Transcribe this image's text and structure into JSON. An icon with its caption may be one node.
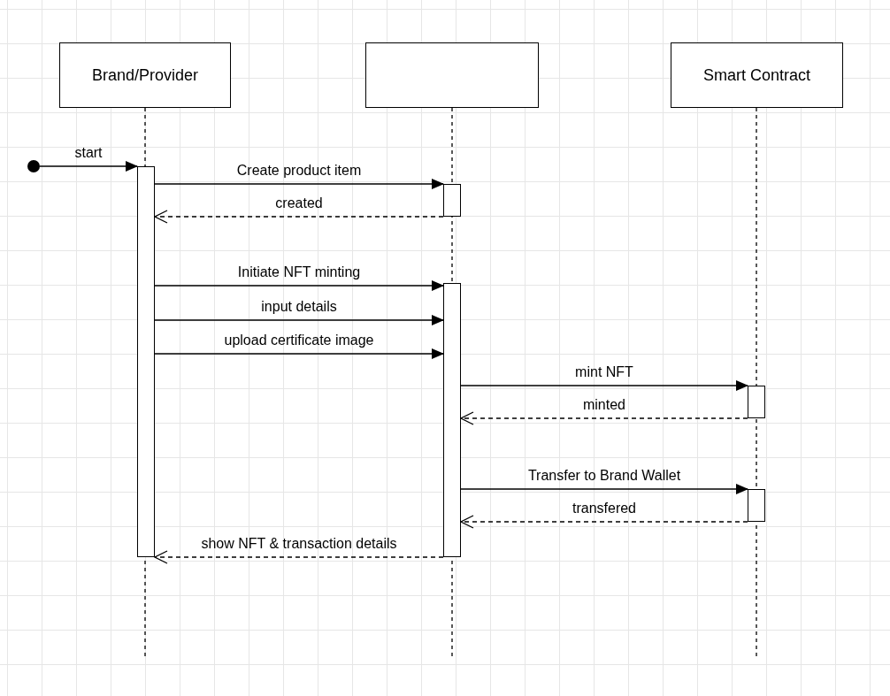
{
  "diagram": {
    "nodes": [
      {
        "text": [
          "Brand/Provider"
        ]
      },
      {
        "text": [],
        "shape": "box"
      },
      {
        "text": [
          "Smart Contract"
        ]
      },
      {
        "text": [],
        "shape": "circle"
      },
      {
        "text": [],
        "shape": "bar"
      },
      {
        "text": [],
        "shape": "bar"
      },
      {
        "text": [],
        "shape": "bar"
      },
      {
        "text": [],
        "shape": "bar"
      },
      {
        "text": [],
        "shape": "bar"
      }
    ],
    "edges": [
      {
        "from": 3,
        "to": 4,
        "arrow": "to",
        "label": "start"
      },
      {
        "from": 4,
        "to": 5,
        "arrow": "to",
        "label": "Create product item"
      },
      {
        "from": 5,
        "to": 4,
        "arrow": "to",
        "label": "created",
        "style": "dashed"
      },
      {
        "from": 4,
        "to": 6,
        "arrow": "to",
        "label": "Initiate NFT minting"
      },
      {
        "from": 4,
        "to": 6,
        "arrow": "to",
        "label": "input details"
      },
      {
        "from": 4,
        "to": 6,
        "arrow": "to",
        "label": "upload certificate image"
      },
      {
        "from": 6,
        "to": 7,
        "arrow": "to",
        "label": "mint NFT"
      },
      {
        "from": 7,
        "to": 6,
        "arrow": "to",
        "label": "minted",
        "style": "dashed"
      },
      {
        "from": 6,
        "to": 8,
        "arrow": "to",
        "label": "Transfer to Brand Wallet"
      },
      {
        "from": 8,
        "to": 6,
        "arrow": "to",
        "label": "transfered",
        "style": "dashed"
      },
      {
        "from": 6,
        "to": 4,
        "arrow": "to",
        "label": "show NFT & transaction details",
        "style": "dashed"
      }
    ]
  }
}
